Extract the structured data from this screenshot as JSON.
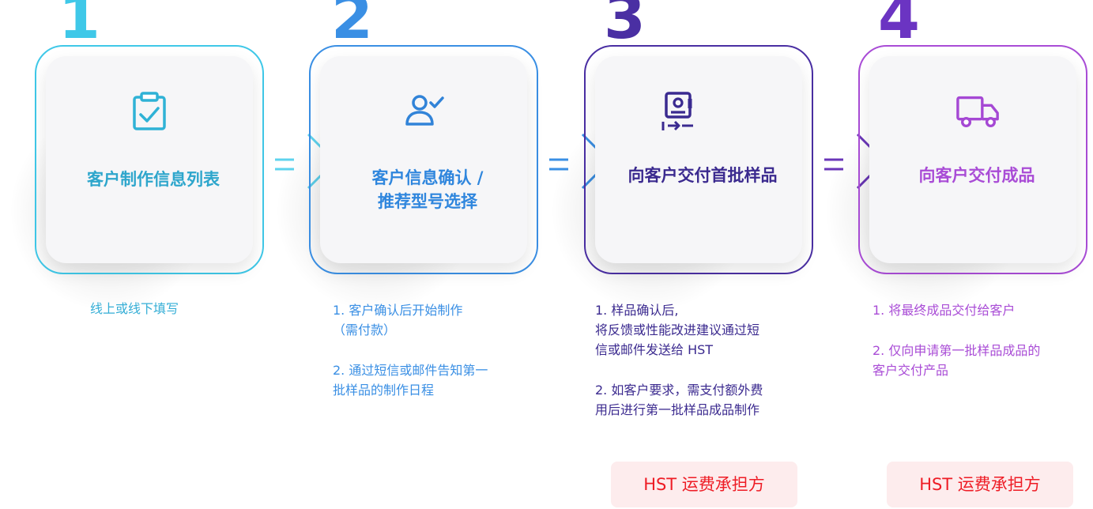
{
  "colors": {
    "step1": "#3fc8e8",
    "step2": "#3a8fe4",
    "step3": "#4a2fa3",
    "step4": "#a94cd6",
    "tag_text": "#ee1c25",
    "tag_bg": "#fdeced"
  },
  "steps": [
    {
      "number": "1",
      "icon": "clipboard-check-icon",
      "title_lines": [
        "客户制作信息列表"
      ],
      "desc": [
        "线上或线下填写"
      ]
    },
    {
      "number": "2",
      "icon": "user-check-icon",
      "title_lines": [
        "客户信息确认 /",
        "推荐型号选择"
      ],
      "desc": [
        "1. 客户确认后开始制作",
        "（需付款）",
        "",
        "2. 通过短信或邮件告知第一",
        "批样品的制作日程"
      ]
    },
    {
      "number": "3",
      "icon": "sample-transfer-icon",
      "title_lines": [
        "向客户交付首批样品"
      ],
      "desc": [
        "1. 样品确认后,",
        "将反馈或性能改进建议通过短",
        "信或邮件发送给 HST",
        "",
        "2. 如客户要求，需支付额外费",
        "用后进行第一批样品成品制作"
      ]
    },
    {
      "number": "4",
      "icon": "delivery-truck-icon",
      "title_lines": [
        "向客户交付成品"
      ],
      "desc": [
        "1. 将最终成品交付给客户",
        "",
        "2. 仅向申请第一批样品成品的",
        "客户交付产品"
      ]
    }
  ],
  "tags": [
    {
      "label": "HST 运费承担方"
    },
    {
      "label": "HST 运费承担方"
    }
  ]
}
